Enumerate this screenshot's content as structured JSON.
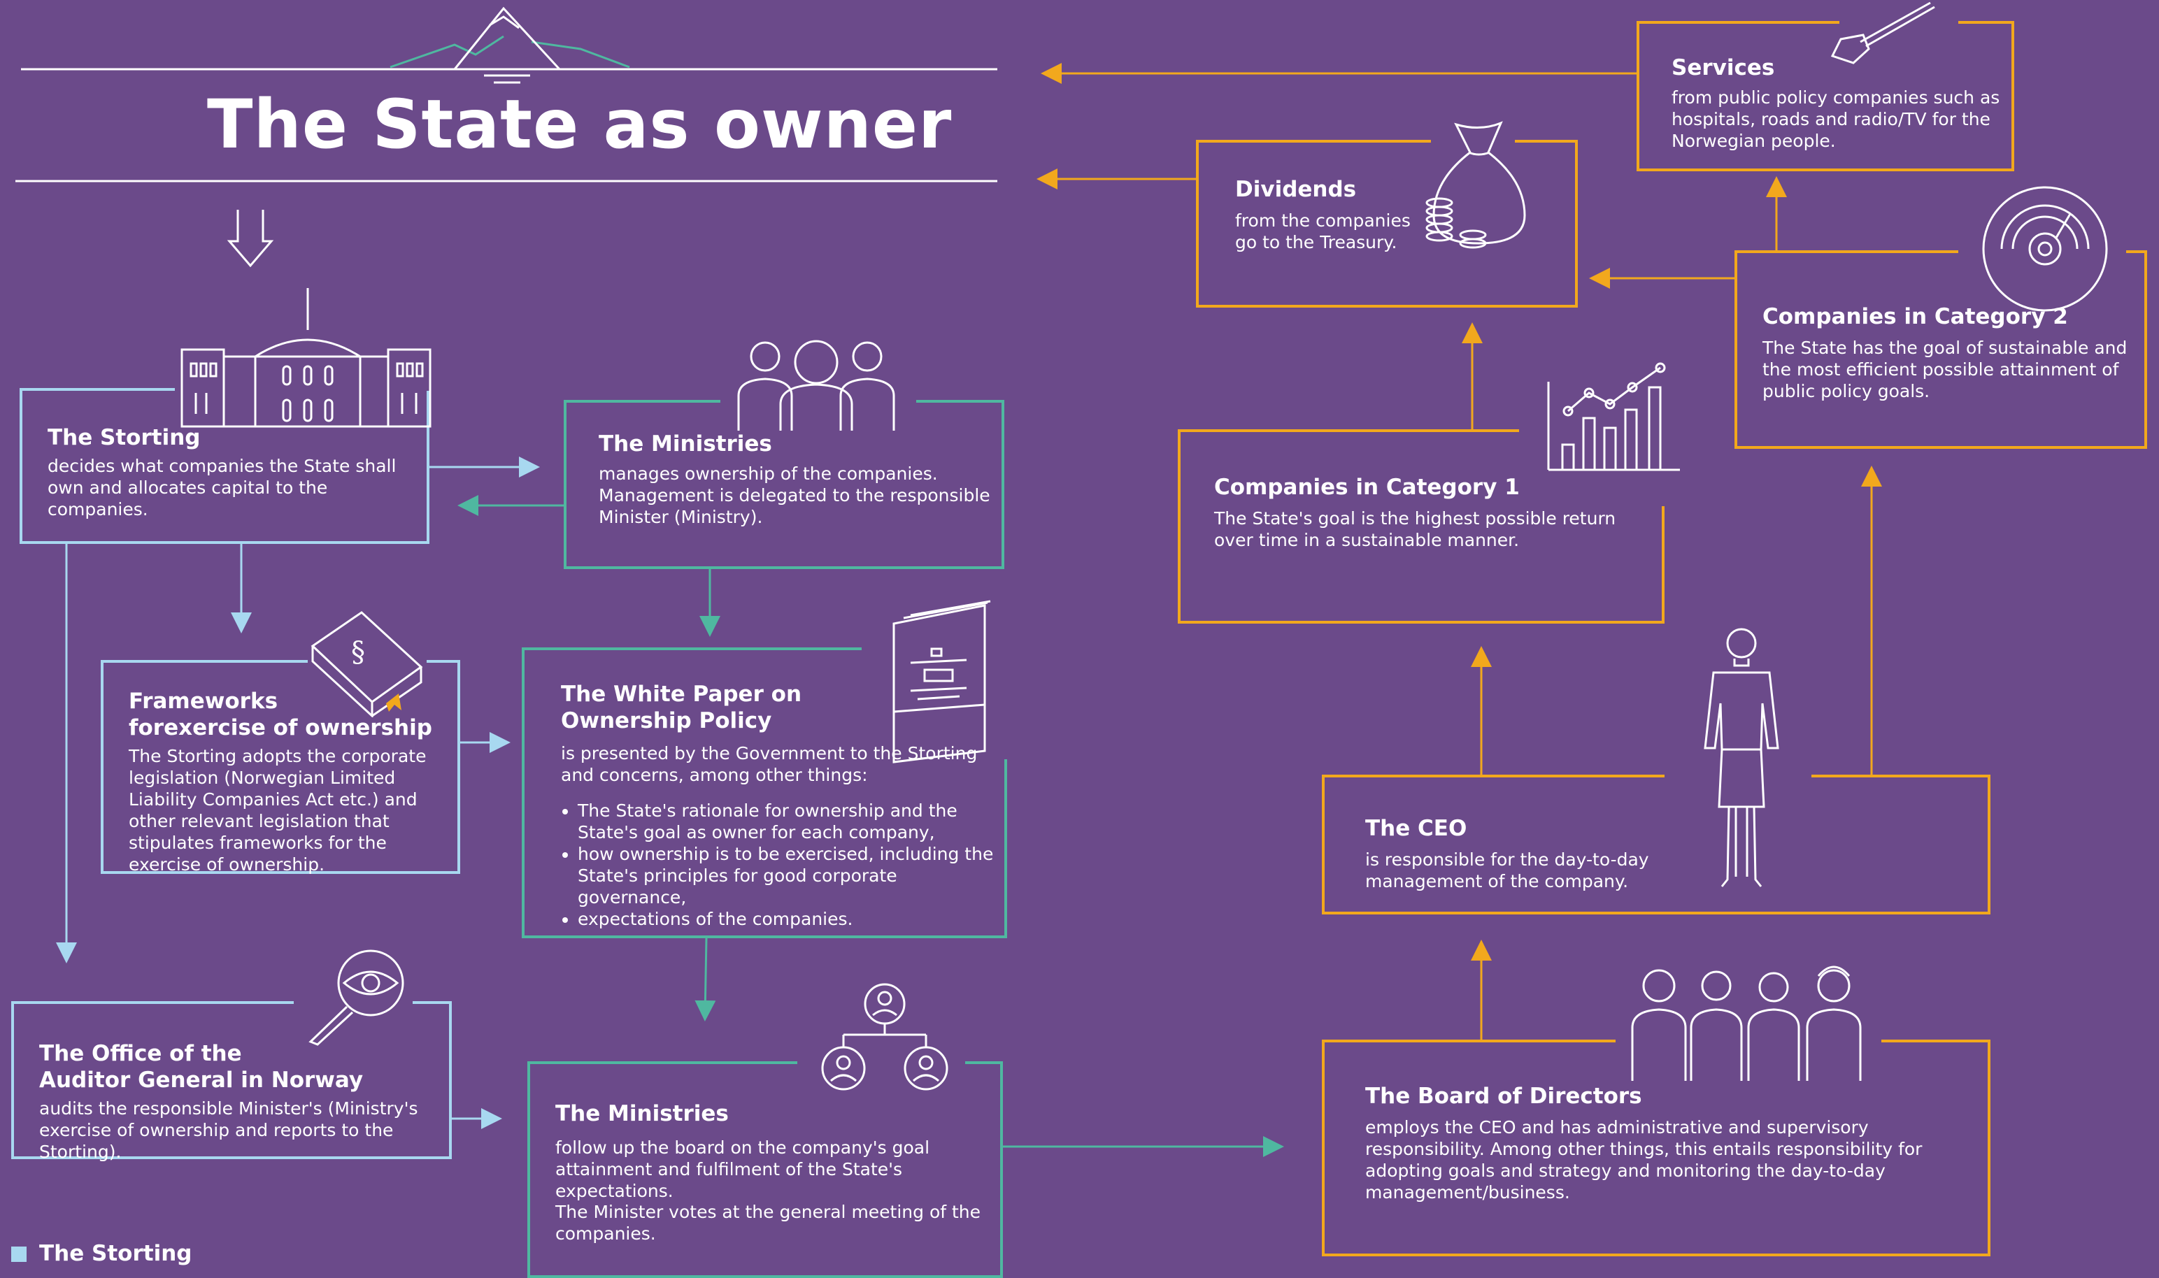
{
  "title": "The State as owner",
  "colors": {
    "background": "#6b4a8a",
    "storting": "#a8d8f0",
    "ministries": "#4fb8a0",
    "company": "#f2a81d",
    "text": "#ffffff"
  },
  "storting": {
    "heading": "The Storting",
    "text": "decides what companies the State shall own and allocates capital to the companies.",
    "icon": "parliament-building-icon"
  },
  "ministries_top": {
    "heading": "The Ministries",
    "text": "manages ownership of the companies. Management is delegated to the responsible Minister (Ministry).",
    "icon": "people-group-icon"
  },
  "frameworks": {
    "heading_line1": "Frameworks",
    "heading_line2": "forexercise of ownership",
    "text": "The Storting adopts the corporate legislation (Norwegian Limited Liability Companies Act etc.) and other relevant legislation that stipulates frameworks for the exercise of ownership.",
    "icon": "law-book-icon"
  },
  "white_paper": {
    "heading_line1": "The White Paper on",
    "heading_line2": "Ownership Policy",
    "intro": "is presented by the Government to the Storting and concerns, among other things:",
    "bullets": [
      "The State's rationale for ownership and the State's goal as owner for each company,",
      "how ownership is to be exercised, including the State's principles for good corporate governance,",
      "expectations of the companies."
    ],
    "icon": "document-icon"
  },
  "auditor": {
    "heading_line1": "The Office of the",
    "heading_line2": "Auditor General in Norway",
    "text": "audits the responsible Minister's (Ministry's exercise of ownership and reports to the Storting).",
    "icon": "magnifier-eye-icon"
  },
  "ministries_bottom": {
    "heading": "The Ministries",
    "text": "follow up the board on the company's goal attainment and fulfilment of the State's expectations.",
    "text2": "The Minister votes at the general meeting of the companies.",
    "icon": "org-chart-icon"
  },
  "dividends": {
    "heading": "Dividends",
    "text": "from the companies go to the Treasury.",
    "icon": "money-bag-icon"
  },
  "services": {
    "heading": "Services",
    "text": "from public policy companies such as hospitals, roads and radio/TV for the Norwegian people.",
    "icon": "shovel-icon"
  },
  "category2": {
    "heading": "Companies in Category 2",
    "text": "The State has the goal of sustainable and the most efficient possible attainment of public policy goals.",
    "icon": "gauge-icon"
  },
  "category1": {
    "heading": "Companies in Category 1",
    "text": "The State's goal is the highest possible return over time in a sustainable manner.",
    "icon": "bar-line-chart-icon"
  },
  "ceo": {
    "heading": "The CEO",
    "text": "is responsible for the day-to-day management of the company.",
    "icon": "woman-figure-icon"
  },
  "board": {
    "heading": "The Board of Directors",
    "text": "employs the CEO and has administrative and supervisory responsibility. Among other things, this entails responsibility for adopting goals and strategy and monitoring the day-to-day management/business.",
    "icon": "four-people-icon"
  },
  "legend": {
    "label": "The Storting"
  }
}
